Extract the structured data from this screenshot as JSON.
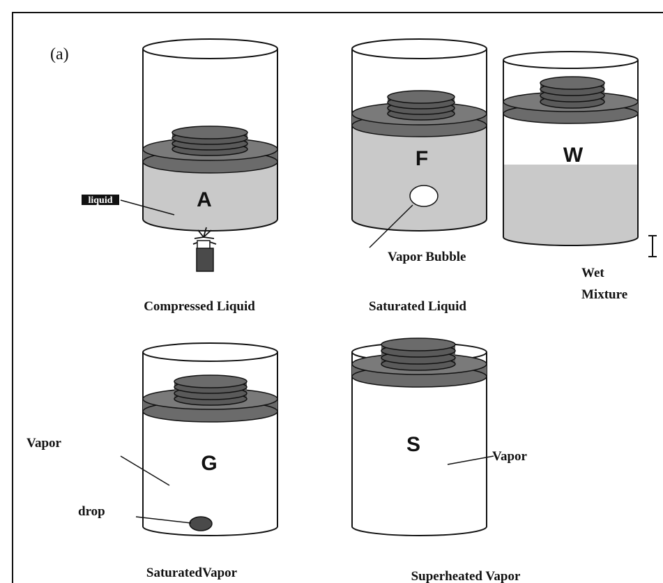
{
  "figure": {
    "panel_label": "(a)",
    "colors": {
      "piston": "#6b6b6b",
      "piston_dark": "#4a4a4a",
      "liquid": "#c9c9c9",
      "outline": "#111111",
      "burner": "#4a4a4a"
    },
    "cylinders": [
      {
        "letter": "A",
        "caption": "Compressed Liquid",
        "side_label": "liquid",
        "liquid_level": 1.0
      },
      {
        "letter": "F",
        "caption": "Saturated Liquid",
        "pointer_label": "Vapor Bubble",
        "liquid_level": 1.0
      },
      {
        "letter": "W",
        "caption_lines": [
          "Wet",
          "Mixture"
        ],
        "liquid_level": 0.55
      },
      {
        "letter": "G",
        "caption": "SaturatedVapor",
        "side_label": "Vapor",
        "drop_label": "drop",
        "liquid_level": 0.0
      },
      {
        "letter": "S",
        "caption": "Superheated Vapor",
        "pointer_label": "Vapor",
        "liquid_level": 0.0
      }
    ],
    "heat_icon": "burner-flame-icon"
  }
}
